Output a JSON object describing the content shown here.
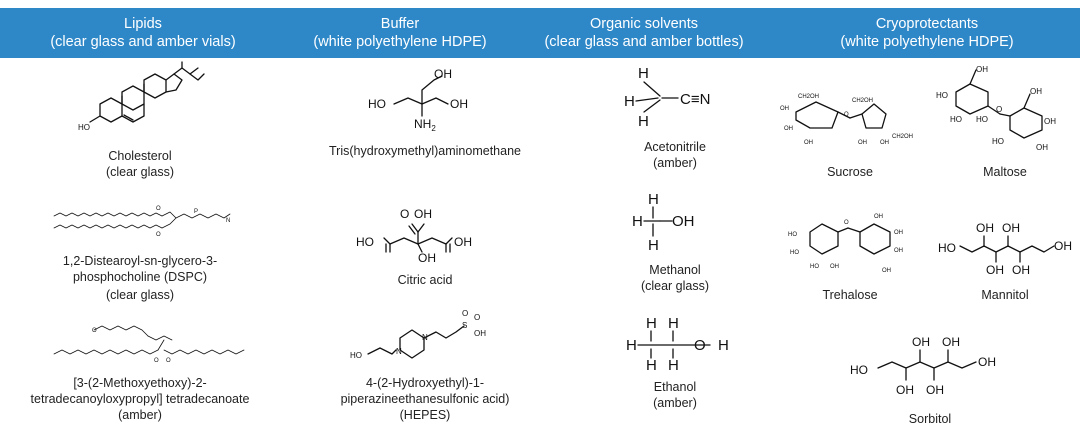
{
  "columns": [
    {
      "title": "Lipids",
      "subtitle": "(clear glass and amber vials)"
    },
    {
      "title": "Buffer",
      "subtitle": "(white polyethylene HDPE)"
    },
    {
      "title": "Organic solvents",
      "subtitle": "(clear glass and amber bottles)"
    },
    {
      "title": "Cryoprotectants",
      "subtitle": "(white polyethylene HDPE)"
    }
  ],
  "lipids": {
    "cholesterol": {
      "name": "Cholesterol",
      "container": "(clear glass)"
    },
    "dspc": {
      "name_line1": "1,2-Distearoyl-sn-glycero-3-",
      "name_line2": "phosphocholine (DSPC)",
      "container": "(clear glass)"
    },
    "methoxy": {
      "name_line1": "[3-(2-Methoxyethoxy)-2-",
      "name_line2": "tetradecanoyloxypropyl] tetradecanoate",
      "container": "(amber)"
    }
  },
  "buffer": {
    "tris": {
      "name": "Tris(hydroxymethyl)aminomethane"
    },
    "citric": {
      "name": "Citric acid"
    },
    "hepes": {
      "name_line1": "4-(2-Hydroxyethyl)-1-",
      "name_line2": "piperazineethanesulfonic acid)",
      "name_line3": "(HEPES)"
    }
  },
  "solvents": {
    "acetonitrile": {
      "name": "Acetonitrile",
      "container": "(amber)"
    },
    "methanol": {
      "name": "Methanol",
      "container": "(clear glass)"
    },
    "ethanol": {
      "name": "Ethanol",
      "container": "(amber)"
    }
  },
  "cryo": {
    "sucrose": {
      "name": "Sucrose"
    },
    "maltose": {
      "name": "Maltose"
    },
    "trehalose": {
      "name": "Trehalose"
    },
    "mannitol": {
      "name": "Mannitol"
    },
    "sorbitol": {
      "name": "Sorbitol"
    }
  },
  "atoms": {
    "ho": "HO",
    "oh": "OH",
    "nh2": "NH2",
    "h": "H",
    "c": "C",
    "o": "O",
    "n": "N",
    "cn": "C≡N",
    "ch2oh": "CH2OH",
    "och3": "O",
    "s": "S"
  }
}
